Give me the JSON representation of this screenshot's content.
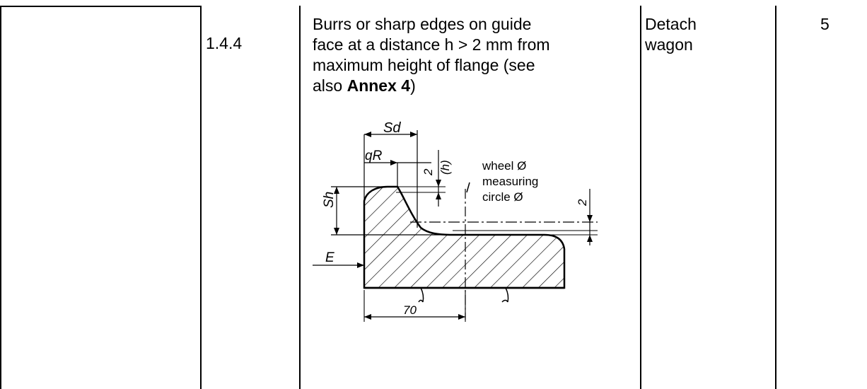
{
  "row": {
    "number": "1.4.4",
    "description": {
      "lines": [
        "Burrs or sharp edges on guide",
        "face at a distance h > 2 mm from",
        "maximum height of flange (see"
      ],
      "last_line_prefix": "also ",
      "annex_ref": "Annex 4",
      "last_line_suffix": ")"
    },
    "action": [
      "Detach",
      "wagon"
    ],
    "value": "5"
  },
  "diagram": {
    "label_sd": "Sd",
    "label_qr": "qR",
    "label_sh": "Sh",
    "label_e": "E",
    "label_2": "2",
    "label_h": "(h)",
    "label_dim_70": "70",
    "label_right_dim": "2",
    "legend": [
      "wheel Ø",
      "measuring",
      "circle Ø"
    ]
  }
}
